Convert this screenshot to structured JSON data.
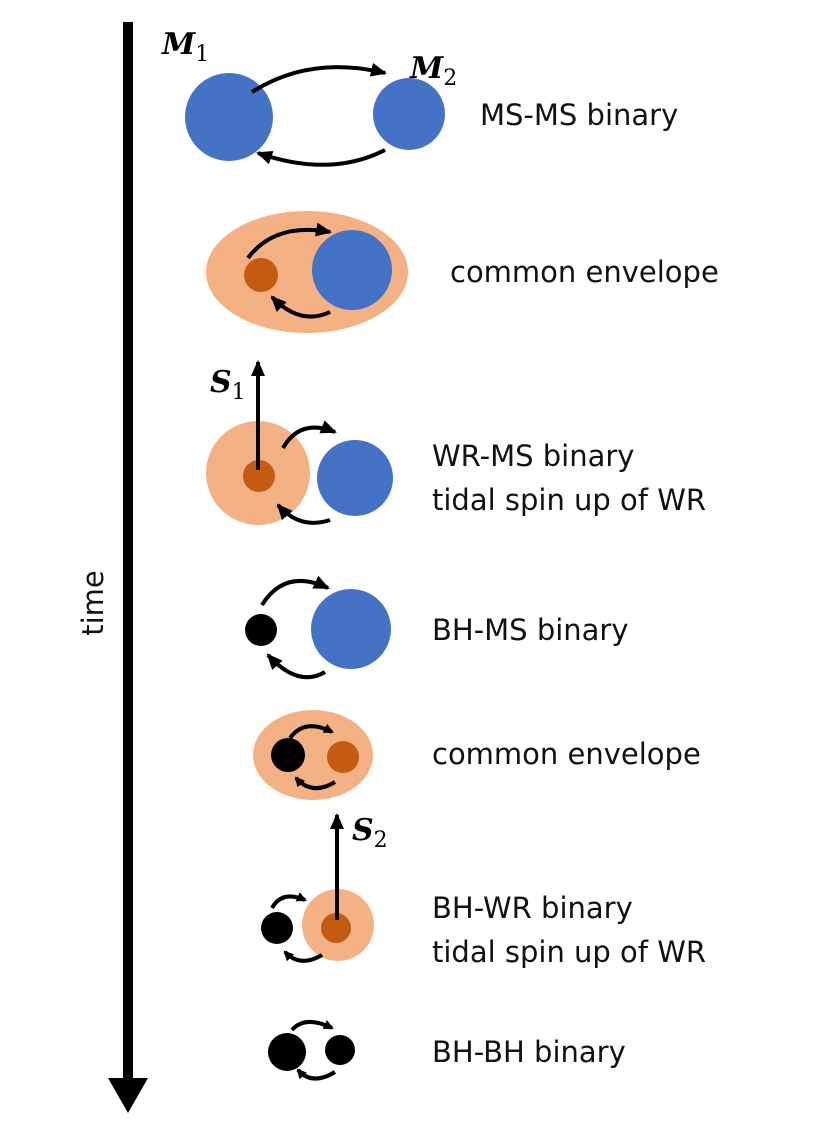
{
  "axis": {
    "label": "time"
  },
  "symbols": {
    "m1": {
      "base": "M",
      "sub": "1"
    },
    "m2": {
      "base": "M",
      "sub": "2"
    },
    "s1": {
      "base": "S",
      "sub": "1"
    },
    "s2": {
      "base": "S",
      "sub": "2"
    }
  },
  "stages": [
    {
      "lines": [
        "MS-MS binary"
      ]
    },
    {
      "lines": [
        "common envelope"
      ]
    },
    {
      "lines": [
        "WR-MS binary",
        "tidal spin up of WR"
      ]
    },
    {
      "lines": [
        "BH-MS binary"
      ]
    },
    {
      "lines": [
        "common envelope"
      ]
    },
    {
      "lines": [
        "BH-WR binary",
        "tidal spin up of WR"
      ]
    },
    {
      "lines": [
        "BH-BH binary"
      ]
    }
  ],
  "colors": {
    "main_sequence": "#4472c4",
    "envelope": "#f4b183",
    "wr_core": "#c55a11",
    "black_hole": "#000000",
    "arrow": "#000000"
  }
}
